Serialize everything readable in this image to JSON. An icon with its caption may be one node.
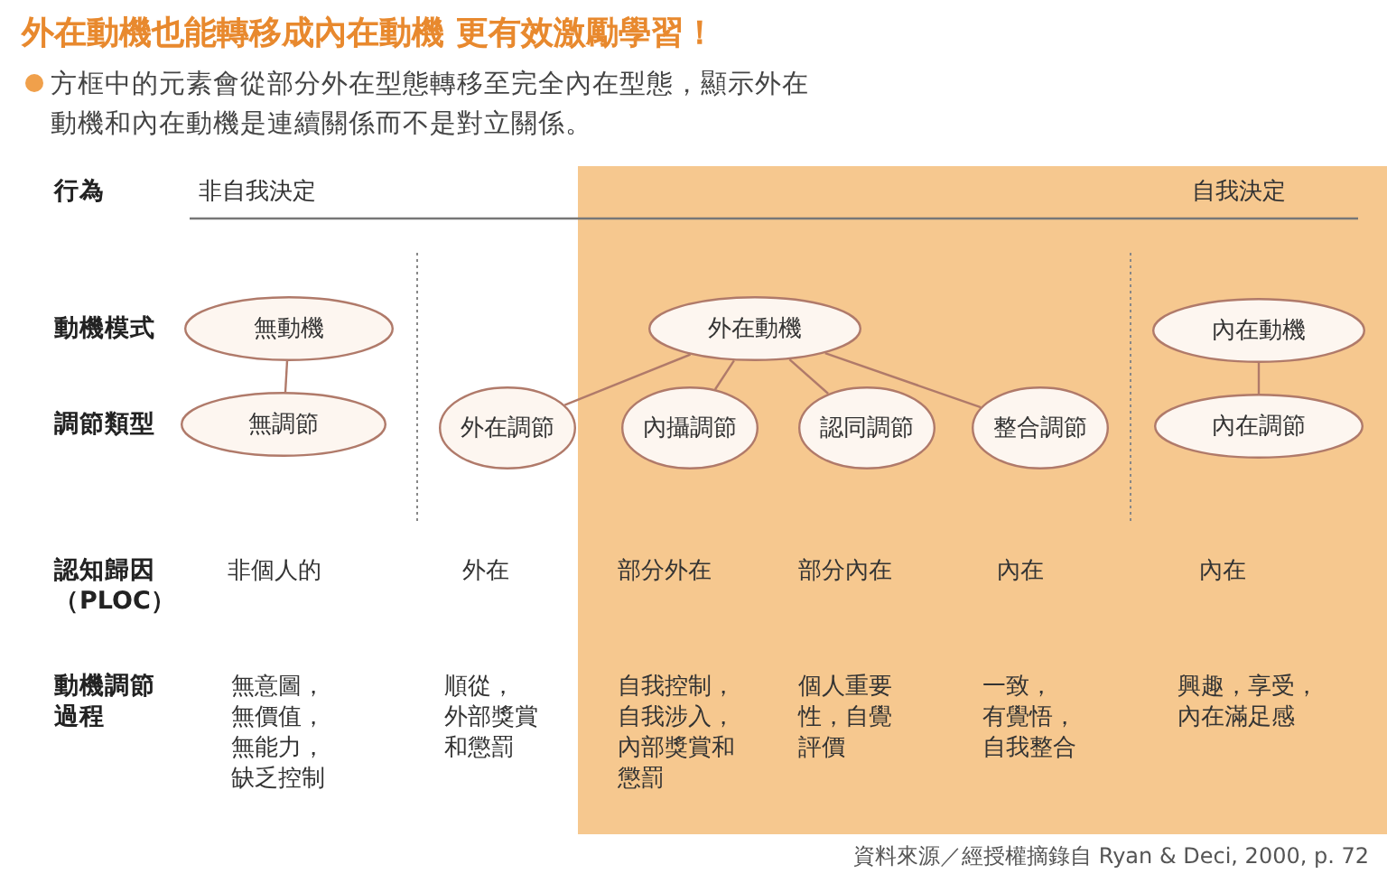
{
  "diagram": {
    "title": "外在動機也能轉移成內在動機 更有效激勵學習！",
    "caption": "方框中的元素會從部分外在型態轉移至完全內在型態，顯示外在動機和內在動機是連續關係而不是對立關係。",
    "nodes": [
      {
        "text": [
          "無動機"
        ]
      },
      {
        "text": [
          "外在動機"
        ]
      },
      {
        "text": [
          "內在動機"
        ]
      },
      {
        "text": [
          "無調節"
        ]
      },
      {
        "text": [
          "外在調節"
        ]
      },
      {
        "text": [
          "內攝調節"
        ]
      },
      {
        "text": [
          "認同調節"
        ]
      },
      {
        "text": [
          "整合調節"
        ]
      },
      {
        "text": [
          "內在調節"
        ]
      }
    ],
    "edges": [
      {
        "from": 0,
        "to": 3,
        "arrow": "none"
      },
      {
        "from": 1,
        "to": 4,
        "arrow": "none"
      },
      {
        "from": 1,
        "to": 5,
        "arrow": "none"
      },
      {
        "from": 1,
        "to": 6,
        "arrow": "none"
      },
      {
        "from": 1,
        "to": 7,
        "arrow": "none"
      },
      {
        "from": 2,
        "to": 8,
        "arrow": "none"
      }
    ],
    "labels": [
      "行為",
      "非自我決定",
      "自我決定",
      "動機模式",
      "調節類型",
      "認知歸因（PLOC）",
      "非個人的",
      "外在",
      "部分外在",
      "部分內在",
      "內在",
      "內在",
      "動機調節過程",
      "無意圖，無價值，無能力，缺乏控制",
      "順從，外部獎賞和懲罰",
      "自我控制，自我涉入，內部獎賞和懲罰",
      "個人重要性，自覺評價",
      "一致，有覺悟，自我整合",
      "興趣，享受，內在滿足感",
      "資料來源／經授權摘錄自 Ryan & Deci, 2000, p. 72"
    ]
  }
}
